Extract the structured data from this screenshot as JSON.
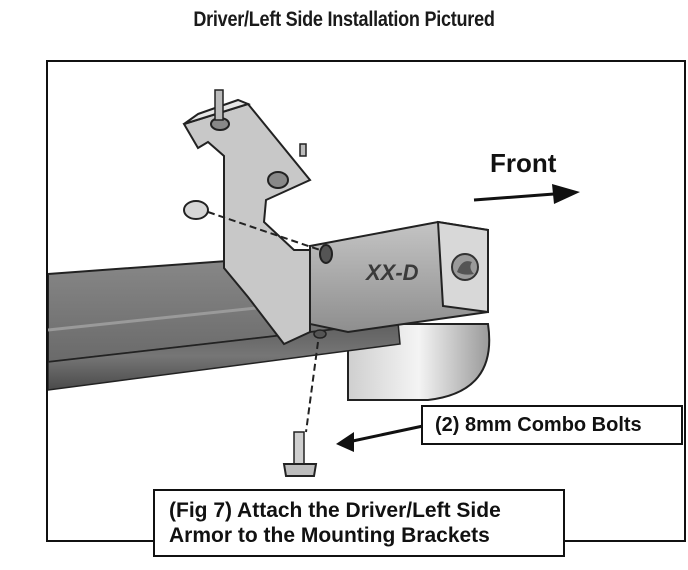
{
  "header": {
    "title": "Driver/Left Side Installation Pictured"
  },
  "figure": {
    "direction_label": "Front",
    "tube_marking": "XX-D",
    "bolt_callout": "(2) 8mm Combo Bolts",
    "caption_line_1": "(Fig 7) Attach the Driver/Left Side",
    "caption_line_2": "Armor to the Mounting Brackets"
  }
}
